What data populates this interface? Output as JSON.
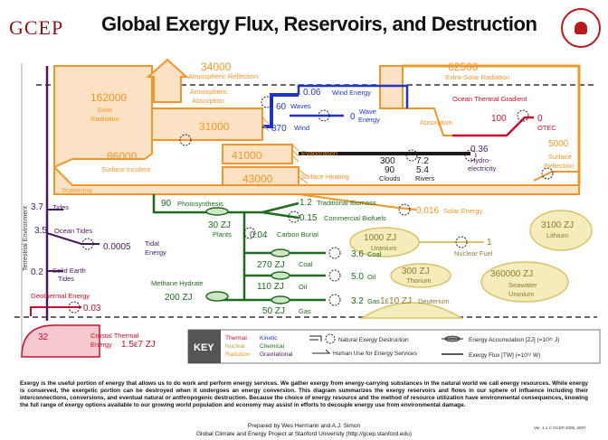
{
  "header": {
    "logo": "GCEP",
    "title": "Global Exergy Flux, Reservoirs, and Destruction"
  },
  "side_label": "Terrestrial Environment",
  "labels": {
    "solar": "Solar",
    "radiation": "Radiation",
    "solar_radiation": "162000",
    "atmospheric_reflection": "34000",
    "atmospheric_reflection_label": "Atmospheric Reflection",
    "atmospheric": "Atmospheric",
    "absorption_label": "Absorption",
    "atm_absorption": "31000",
    "extra_solar": "62500",
    "extra_solar_label": "Extra-Solar Radiation",
    "ocean_thermal_gradient": "Ocean Thermal Gradient",
    "absorption_right": "Absorption",
    "otec_in": "100",
    "otec_out": "0",
    "otec_label": "OTEC",
    "wind_energy": "0.06",
    "wind_energy_label": "Wind Energy",
    "waves": "60",
    "waves_label": "Waves",
    "wave_energy": "0",
    "wave_label_1": "Wave",
    "wave_label_2": "Energy",
    "wind": "870",
    "wind_label": "Wind",
    "surface_incident": "86000",
    "surface_incident_label": "Surface Incident",
    "evaporation": "41000",
    "evaporation_label": "Evaporation",
    "surface_heating": "43000",
    "surface_heating_label": "Surface Heating",
    "clouds_a": "300",
    "clouds_b": "90",
    "clouds_label": "Clouds",
    "rivers_a": "7.2",
    "rivers_b": "5.4",
    "rivers_label": "Rivers",
    "hydro": "0.36",
    "hydro_label_1": "Hydro-",
    "hydro_label_2": "electricity",
    "surface_reflection": "5000",
    "surface_reflection_label_1": "Surface",
    "surface_reflection_label_2": "Reflection",
    "scattering": "Scattering",
    "tides": "3.7",
    "tides_label": "Tides",
    "ocean_tides": "3.5",
    "ocean_tides_label": "Ocean Tides",
    "tidal_energy": "0.0005",
    "tidal_label_1": "Tidal",
    "tidal_label_2": "Energy",
    "solid_earth_tides": "0.2",
    "solid_earth_label_1": "Solid Earth",
    "solid_earth_label_2": "Tides",
    "geothermal_label": "Geothermal Energy",
    "geothermal": "0.03",
    "crustal_thermal": "32",
    "crustal_label_1": "Crustal Thermal",
    "crustal_label_2": "Energy",
    "crustal_reservoir": "1.5ε7 ZJ",
    "photosynthesis": "90",
    "photosynthesis_label": "Photosynthesis",
    "plants": "30 ZJ",
    "plants_label": "Plants",
    "traditional_biomass": "1.2",
    "traditional_biomass_label": "Traditional Biomass",
    "commercial_biofuels": "0.15",
    "commercial_biofuels_label": "Commercial Biofuels",
    "carbon_burial": "0.04",
    "carbon_burial_label": "Carbon Burial",
    "coal_use": "3.6",
    "coal_use_label": "Coal",
    "coal_reservoir": "270 ZJ",
    "coal_reservoir_label": "Coal",
    "oil_use": "5.0",
    "oil_use_label": "Oil",
    "oil_reservoir": "110 ZJ",
    "oil_reservoir_label": "Oil",
    "gas_use": "3.2",
    "gas_use_label": "Gas",
    "gas_reservoir": "50 ZJ",
    "gas_reservoir_label": "Gas",
    "methane_hydrate_label": "Methane Hydrate",
    "methane_hydrate": "200 ZJ",
    "solar_energy": "0.016",
    "solar_energy_label": "Solar Energy",
    "uranium": "1000 ZJ",
    "uranium_label": "Uranium",
    "nuclear_fuel": "1",
    "nuclear_fuel_label": "Nuclear Fuel",
    "lithium": "3100 ZJ",
    "lithium_label": "Lithium",
    "thorium": "300 ZJ",
    "thorium_label": "Thorium",
    "seawater_uranium": "360000 ZJ",
    "seawater_label_1": "Seawater",
    "seawater_label_2": "Uranium",
    "deuterium": "1ε10 ZJ",
    "deuterium_label": "Deuterium"
  },
  "key": {
    "title": "KEY",
    "thermal": "Thermal",
    "nuclear": "Nuclear",
    "radiation": "Radiation",
    "kinetic": "Kinetic",
    "chemical": "Chemical",
    "gravitational": "Gravitational",
    "destruction": "Natural Exergy Destruction",
    "human_use": "Human Use for Energy Services",
    "accumulation": "Energy Accumulation [ZJ] (=10²¹ J)",
    "flux": "Exergy Flux [TW] (=10¹² W)"
  },
  "description": "Exergy is the useful portion of energy that allows us to do work and perform energy services. We gather exergy from energy-carrying substances in the natural world we call energy resources. While energy is conserved, the exergetic portion can be destroyed when it undergoes an energy conversion. This diagram summarizes the exergy reservoirs and flows in our sphere of influence including their interconnections, conversions, and eventual natural or anthropogenic destruction. Because the choice of energy resource and the method of resource utilization have environmental consequences, knowing the full range of exergy options available to our growing world population and economy may assist in efforts to decouple energy use from environmental damage.",
  "credits": {
    "line1": "Prepared by Wes Hermann and A.J. Simon",
    "line2": "Global Climate and Energy Project at Stanford University (http://gcep.stanford.edu)"
  },
  "version": "Ver. 1.1 © GCEP 2005, 2007",
  "colors": {
    "radiation": "#f2962a",
    "chemical": "#1f6b1f",
    "kinetic": "#1f35c9",
    "thermal": "#c8102e",
    "gravitational": "#4a1a5c",
    "nuclear": "#d9c26a",
    "dark": "#1a1a1a"
  }
}
